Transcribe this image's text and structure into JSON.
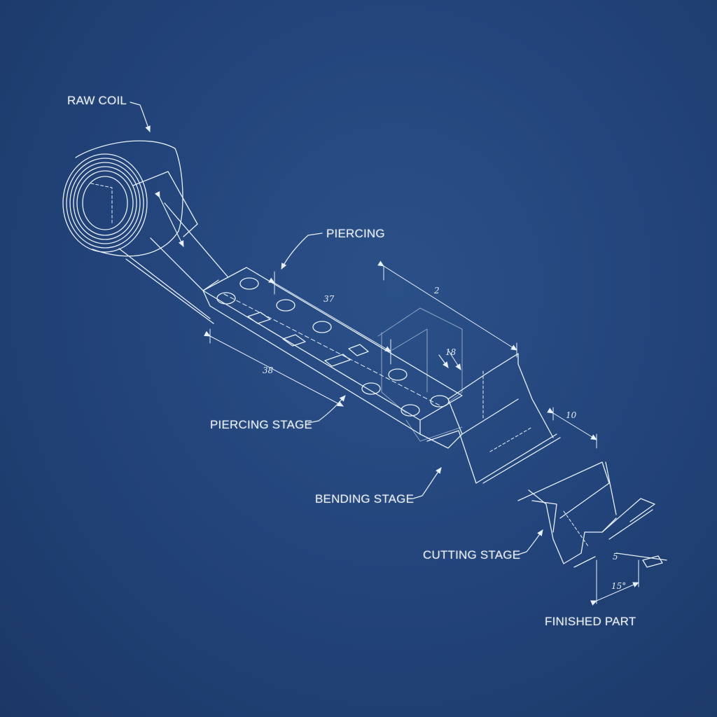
{
  "labels": {
    "raw_coil": "RAW COIL",
    "piercing": "PIERCING",
    "piercing_stage": "PIERCING STAGE",
    "bending_stage": "BENDING STAGE",
    "cutting_stage": "CUTTING STAGE",
    "finished_part": "FINISHED PART"
  },
  "dimensions": {
    "d_37": "37",
    "d_2": "2",
    "d_18": "18",
    "d_38": "38",
    "d_10": "10",
    "d_5": "5",
    "d_15": "15°"
  },
  "colors": {
    "background": "#23457c",
    "line": "#e8f0fb"
  }
}
